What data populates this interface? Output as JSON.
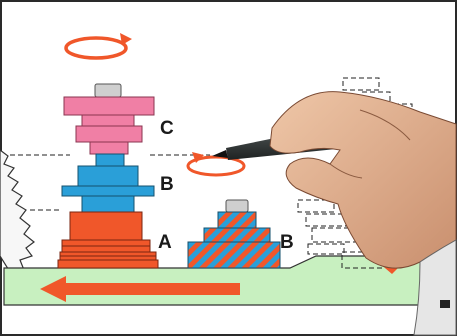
{
  "labels": {
    "stack_upper": "C",
    "stack_middle": "B",
    "stack_lower": "A",
    "small_stack": "B"
  },
  "colors": {
    "pink": "#f07fa5",
    "cyan": "#2a9fd8",
    "orange": "#f0572a",
    "ground": "#c8f0c0",
    "arrow": "#f0572a",
    "frame": "#2a2a2a"
  },
  "icons": [
    "rotation-arrow-icon",
    "left-arrow-icon",
    "marker-pen-icon",
    "hand-icon"
  ]
}
